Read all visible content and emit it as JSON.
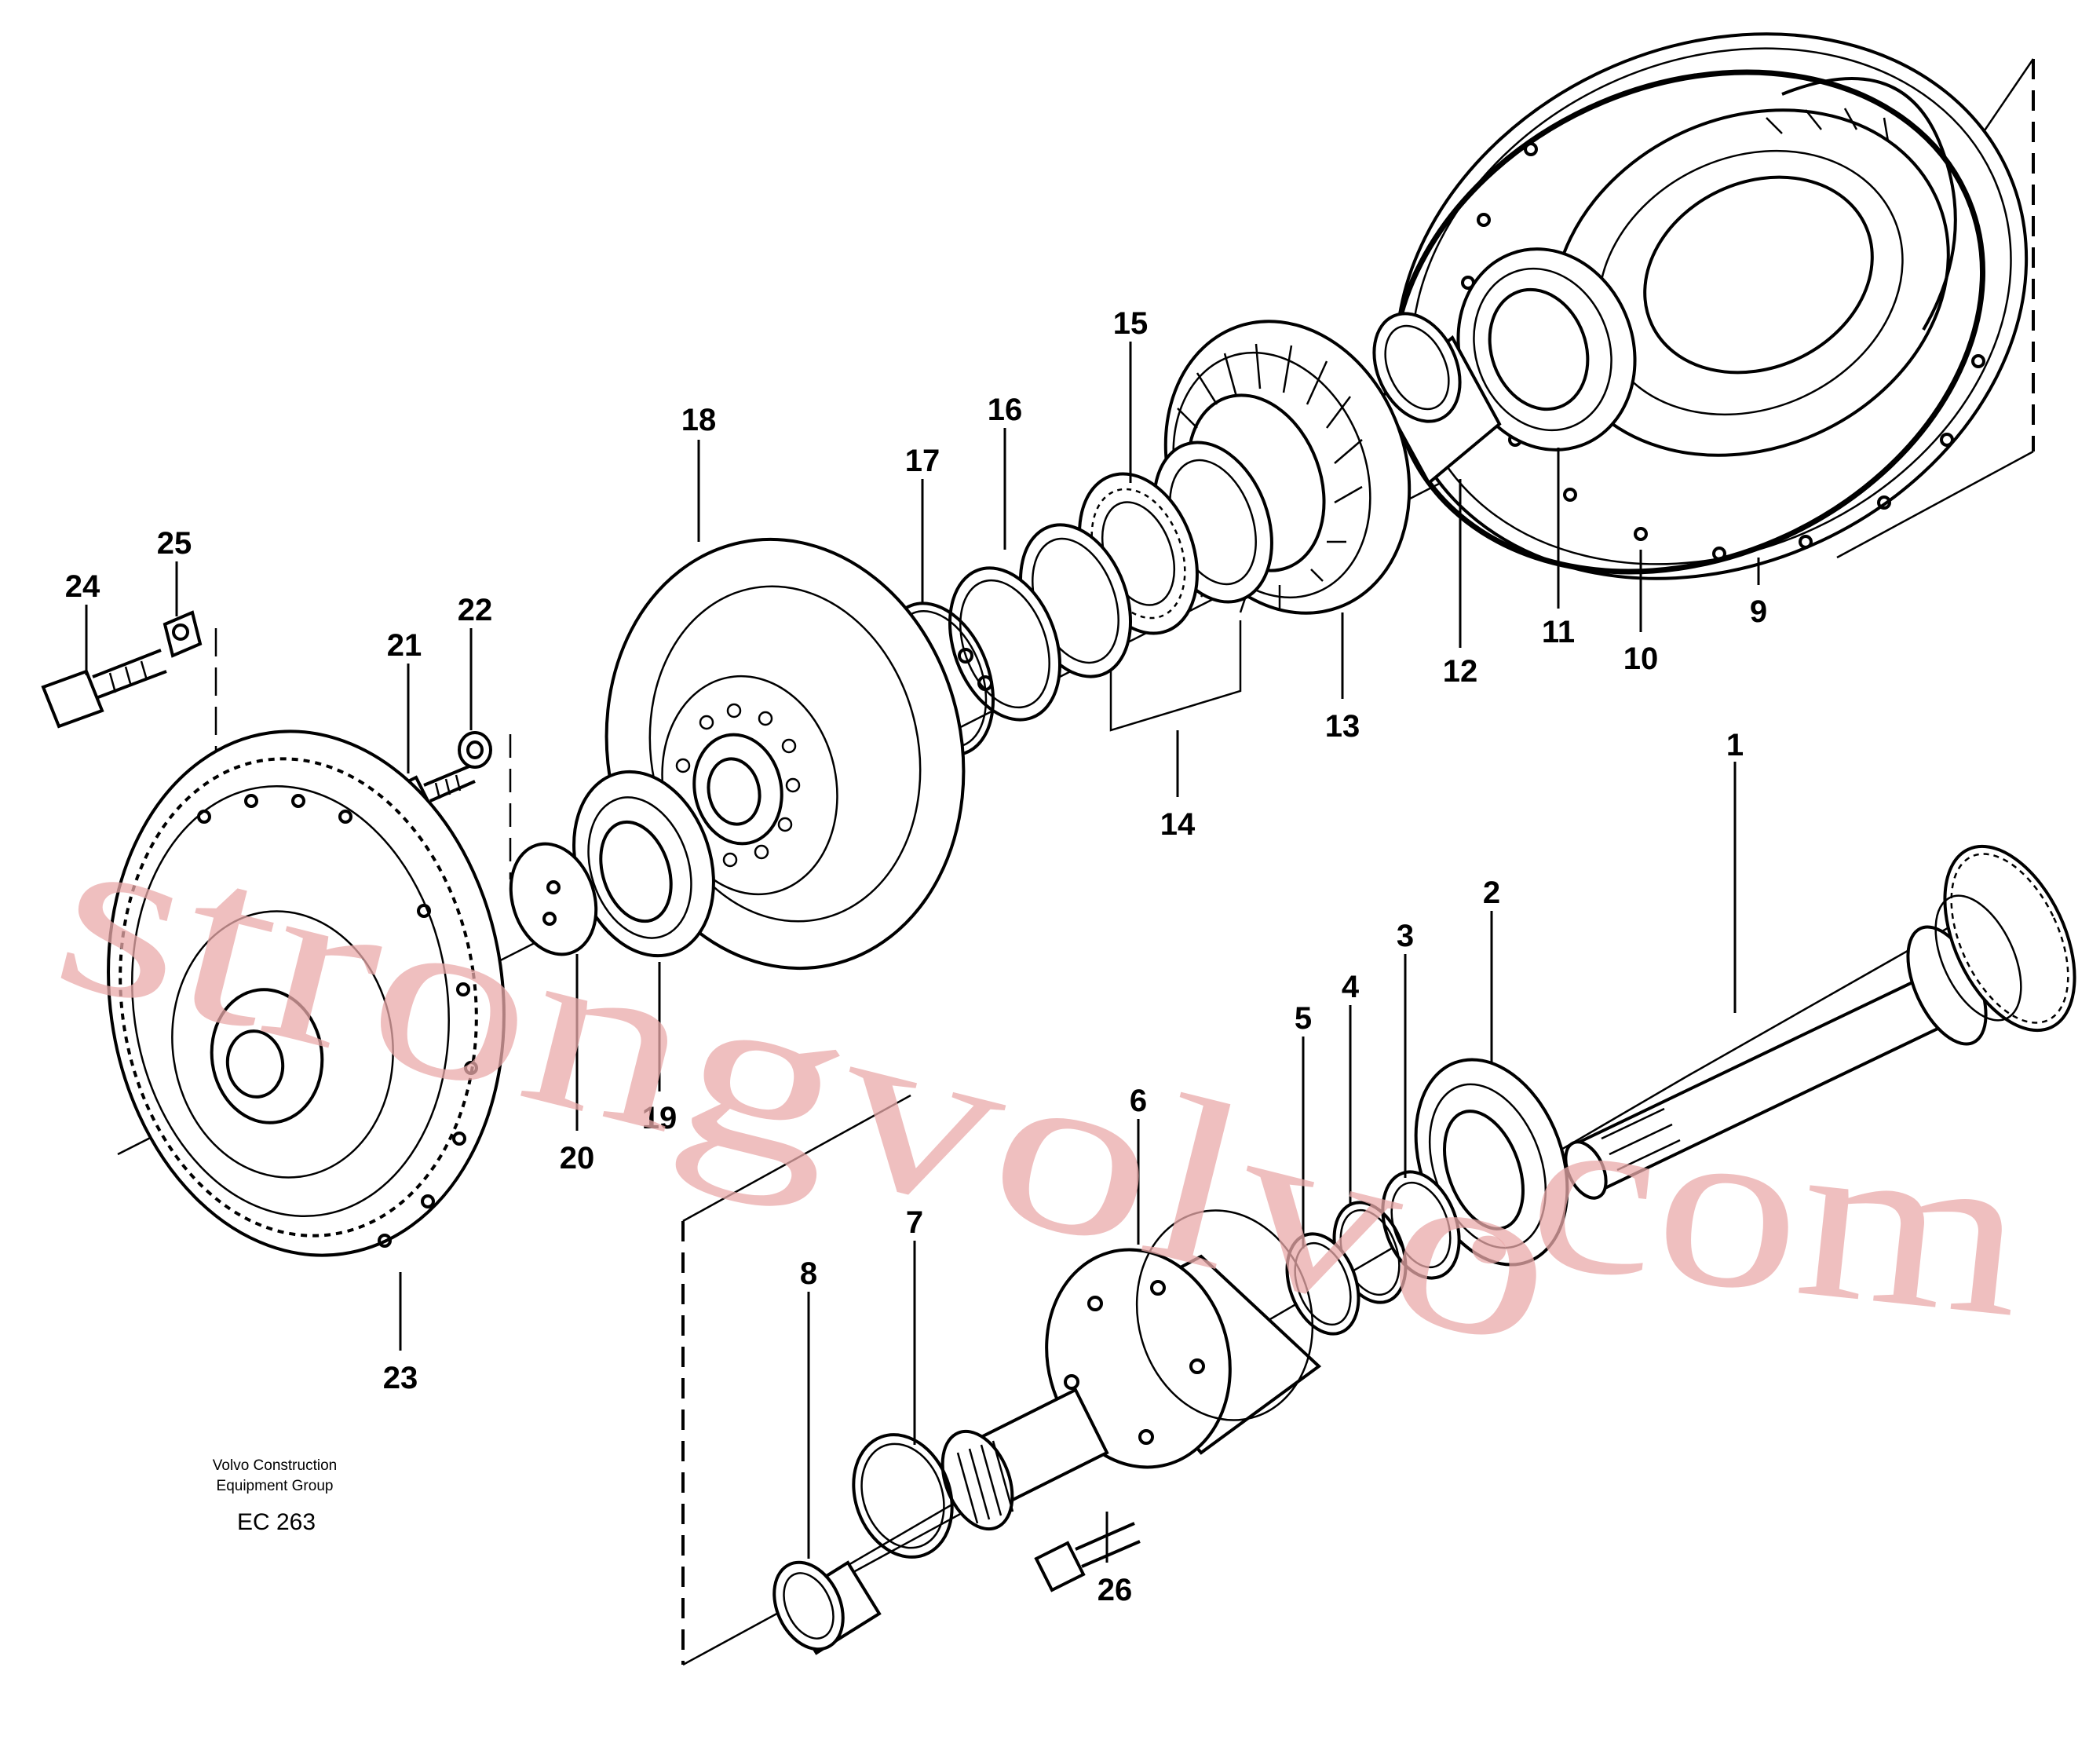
{
  "diagram": {
    "callouts": [
      "1",
      "2",
      "3",
      "4",
      "5",
      "6",
      "7",
      "8",
      "9",
      "10",
      "11",
      "12",
      "13",
      "14",
      "15",
      "16",
      "17",
      "18",
      "19",
      "20",
      "21",
      "22",
      "23",
      "24",
      "25",
      "26"
    ],
    "caption": {
      "line1": "Volvo Construction",
      "line2": "Equipment Group",
      "code": "EC 263"
    },
    "watermark": {
      "text_1": "strongvolvo",
      "text_2": ".com",
      "color": "#e9a9a9"
    }
  }
}
